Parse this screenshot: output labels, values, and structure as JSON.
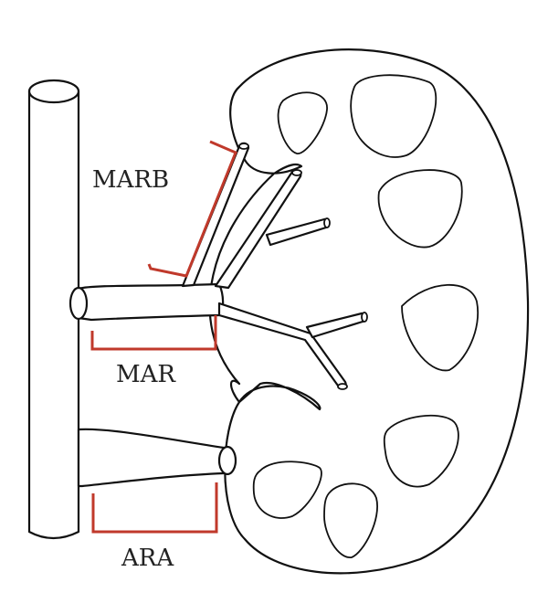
{
  "labels": {
    "marb": "MARB",
    "mar": "MAR",
    "ara": "ARA"
  },
  "colors": {
    "bracket": "#c0392b",
    "outline": "#111111",
    "background": "#ffffff"
  }
}
